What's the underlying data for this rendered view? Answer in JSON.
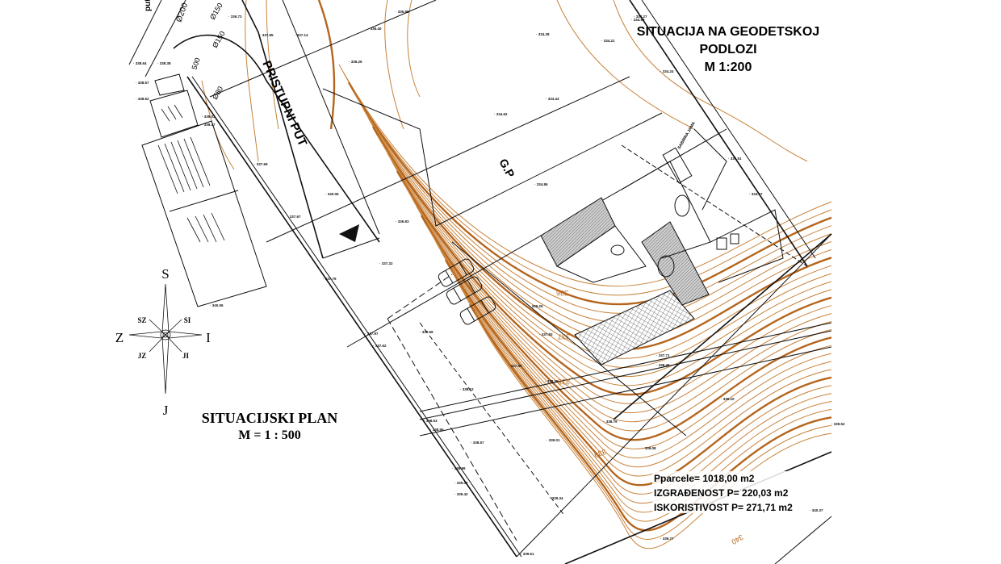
{
  "titles": {
    "geodetic_line1": "SITUACIJA NA GEODETSKOJ",
    "geodetic_line2": "PODLOZI",
    "geodetic_scale": "M 1:200",
    "plan_title": "SITUACIJSKI PLAN",
    "plan_scale": "M = 1 : 500"
  },
  "labels": {
    "access_road": "PRISTUPNI PUT",
    "building_line": "G.P",
    "septic_tank": "SABIRNA JAMA",
    "road_left": "put",
    "rot1": "Ø200",
    "rot2": "Ø150",
    "rot3": "Ø80",
    "rot4": "500",
    "rot5": "Ø150"
  },
  "compass": {
    "n": "S",
    "s": "J",
    "w": "Z",
    "e": "I",
    "nw": "SZ",
    "ne": "SI",
    "sw": "JZ",
    "se": "JI"
  },
  "stats": {
    "parcel": "Pparcele= 1018,00 m2",
    "built": "IZGRAĐENOST P= 220,03 m2",
    "usable": "ISKORISTIVOST P= 271,71 m2"
  },
  "contour_labels": [
    "336",
    "337",
    "338",
    "339",
    "340"
  ],
  "spot_heights": [
    "336.73",
    "337.14",
    "336.40",
    "336.26",
    "335.86",
    "334.96",
    "334.28",
    "334.21",
    "334.27",
    "334.24",
    "334.43",
    "334.62",
    "334.86",
    "334.67",
    "334.51",
    "337.85",
    "337.69",
    "337.67",
    "337.32",
    "337.79",
    "337.97",
    "337.62",
    "337.69",
    "337.90",
    "338.25",
    "338.79",
    "339.01",
    "339.34",
    "339.52",
    "339.10",
    "339.08",
    "339.77",
    "340.37",
    "340.06",
    "340.06",
    "338.64",
    "338.38",
    "338.67",
    "338.62",
    "339.03",
    "339.47",
    "336.83",
    "336.25",
    "337.83",
    "338.12",
    "338.56",
    "338.53",
    "338.57",
    "338.99",
    "339.02",
    "339.42",
    "339.61",
    "337.71",
    "338.46"
  ],
  "colors": {
    "contour": "#c8823a",
    "contour_major": "#b5651d",
    "line": "#111111",
    "hatch": "#9a9a9a"
  }
}
